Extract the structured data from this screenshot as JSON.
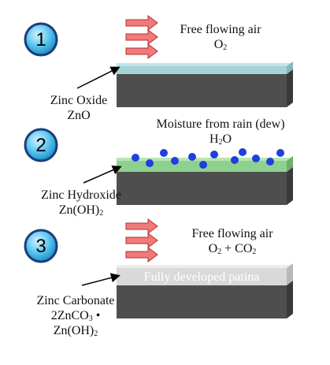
{
  "steps": [
    {
      "number": "1",
      "top_text": {
        "line1": "Free flowing air",
        "line2_main": "O",
        "line2_sub": "2",
        "line2_rest": ""
      },
      "compound": {
        "name": "Zinc Oxide",
        "formula_main": "ZnO",
        "formula_sub": "",
        "formula_rest": ""
      },
      "layer_color": "#a7d3d5"
    },
    {
      "number": "2",
      "top_text": {
        "line1": "Moisture from rain (dew)",
        "line2_main": "H",
        "line2_sub": "2",
        "line2_rest": "O"
      },
      "compound": {
        "name": "Zinc Hydroxide",
        "formula_main": "Zn(OH)",
        "formula_sub": "2",
        "formula_rest": ""
      },
      "layer_color": "#8fd08f",
      "droplet_color": "#1f3fe0"
    },
    {
      "number": "3",
      "top_text": {
        "line1": "Free flowing air",
        "line2_main": "O",
        "line2_sub": "2",
        "line2_rest": " + CO",
        "line2_sub2": "2"
      },
      "compound": {
        "name": "Zinc Carbonate",
        "line2_main": "2ZnCO",
        "line2_sub": "3",
        "line2_rest": " •",
        "line3_main": "Zn(OH)",
        "line3_sub": "2"
      },
      "layer_label": "Fully developed patina",
      "layer_color": "#dcdcdc"
    }
  ],
  "colors": {
    "circle_fill": "#38b6e8",
    "circle_stroke": "#1a3e78",
    "arrow_fill": "#f27a7a",
    "arrow_stroke": "#b03030",
    "zinc_base": "#4e4e4e",
    "zinc_top": "#6a6a6a"
  }
}
